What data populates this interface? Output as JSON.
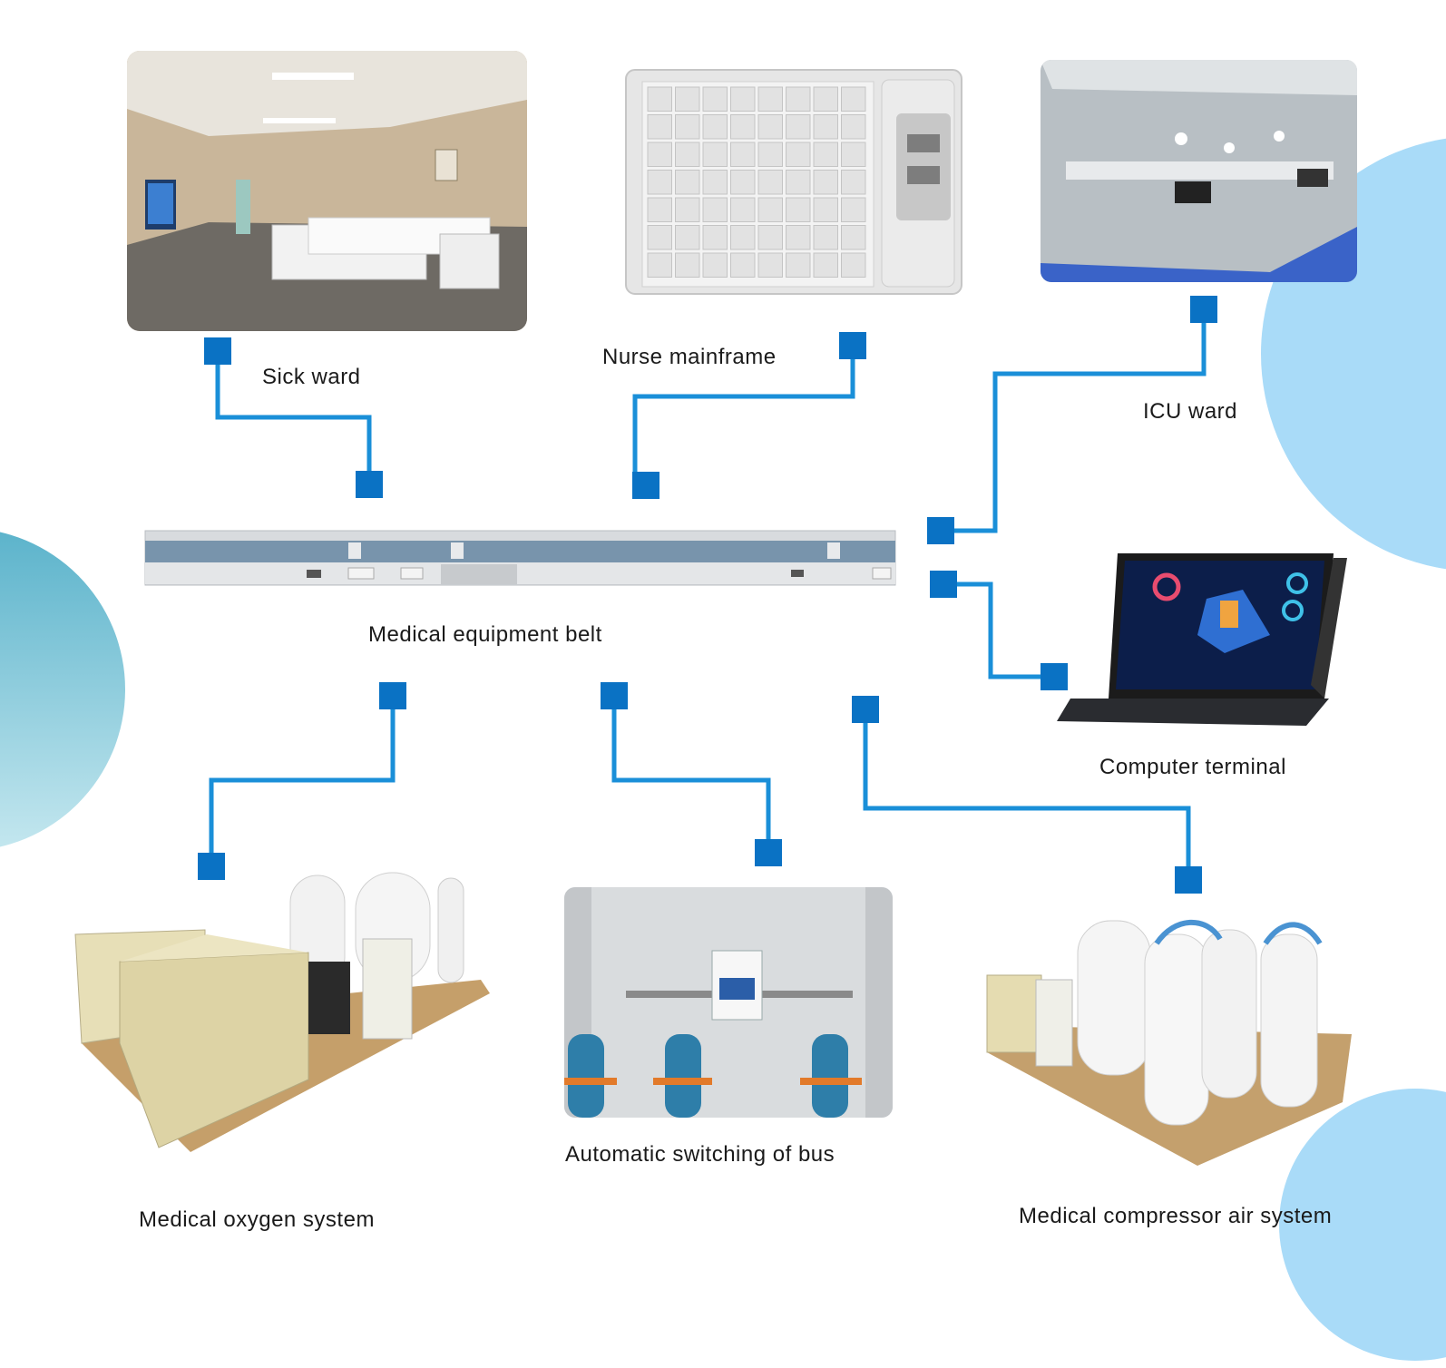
{
  "labels": {
    "sick_ward": "Sick ward",
    "nurse_mainframe": "Nurse mainframe",
    "icu_ward": "ICU ward",
    "medical_equipment_belt": "Medical equipment belt",
    "computer_terminal": "Computer terminal",
    "medical_oxygen_system": "Medical oxygen system",
    "automatic_switching_of_bus": "Automatic switching of bus",
    "medical_compressor_air_system": "Medical compressor air system"
  },
  "colors": {
    "connector": "#1a8fd8",
    "node": "#0a72c4",
    "circle_light": "#9ed4f7",
    "circle_teal": "#6cbfd1"
  }
}
